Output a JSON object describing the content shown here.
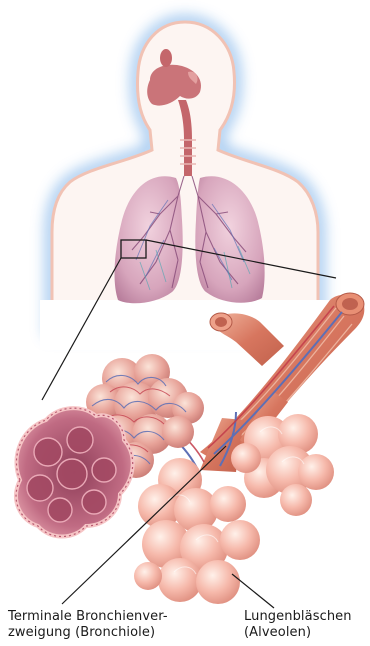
{
  "labels": {
    "bronchiole": {
      "line1": "Terminale Bronchienver-",
      "line2": "zweigung (Bronchiole)"
    },
    "alveoli": {
      "line1": "Lungenbläschen",
      "line2": "(Alveolen)"
    }
  },
  "colors": {
    "glow": "#a9cdf0",
    "body_outline": "#f3c6b8",
    "airway": "#c4666b",
    "lung": "#c98ea9",
    "alveolus": "#f5b6a8",
    "muscle": "#d9785f",
    "vessel": "#5d6fb5"
  }
}
